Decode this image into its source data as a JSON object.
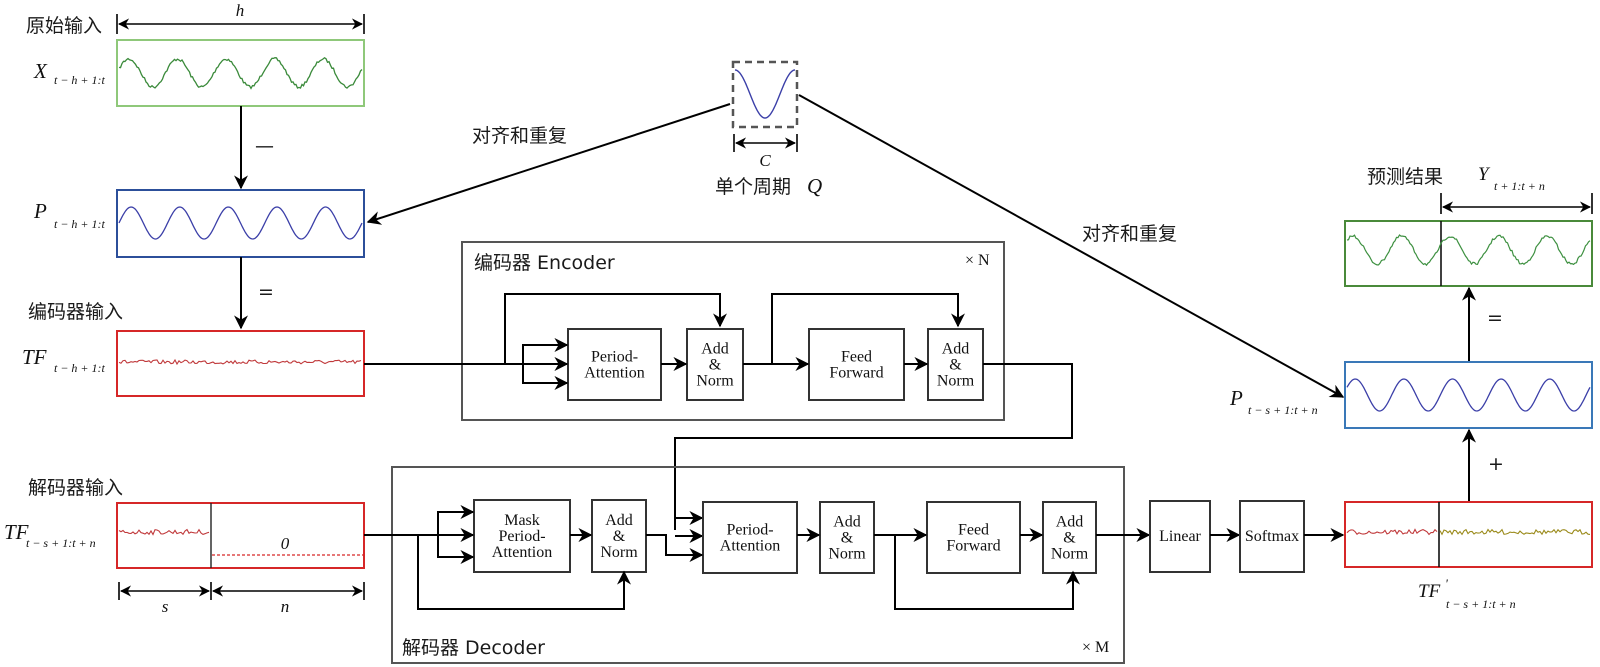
{
  "title": "Period-Attention Transformer forecasting pipeline",
  "colors": {
    "raw_green": "#8fc87a",
    "raw_wave": "#3a8a3a",
    "period_blue": "#2c4f9a",
    "period_wave": "#3b3fa8",
    "trend_red": "#d62728",
    "trend_wave": "#c0393b",
    "forecast_green": "#4a8a3a",
    "forecast_wave": "#3d9040",
    "pred_olive": "#9a8a1a",
    "period_box_blue": "#3a78b8"
  },
  "left": {
    "raw_input_label": "原始输入",
    "h_label": "h",
    "x_symbol": "X",
    "x_subscript": "t − h + 1:t",
    "minus_op": "—",
    "p_symbol": "P",
    "p_subscript": "t − h + 1:t",
    "equals_op": "=",
    "encoder_input_label": "编码器输入",
    "tf_symbol": "TF",
    "tf_subscript": "t − h + 1:t",
    "decoder_input_label": "解码器输入",
    "tfd_symbol": "TF",
    "tfd_subscript": "t − s + 1:t + n",
    "zero_label": "0",
    "s_label": "s",
    "n_label": "n"
  },
  "period": {
    "align_repeat_left": "对齐和重复",
    "align_repeat_right": "对齐和重复",
    "c_label": "C",
    "single_period_label": "单个周期",
    "q_symbol": "Q"
  },
  "encoder": {
    "title": "编码器 Encoder",
    "repeat": "× N",
    "blocks": [
      {
        "id": "period-attention",
        "lines": [
          "Period-",
          "Attention"
        ]
      },
      {
        "id": "add-norm-1",
        "lines": [
          "Add",
          "&",
          "Norm"
        ]
      },
      {
        "id": "feed-forward",
        "lines": [
          "Feed",
          "Forward"
        ]
      },
      {
        "id": "add-norm-2",
        "lines": [
          "Add",
          "&",
          "Norm"
        ]
      }
    ]
  },
  "decoder": {
    "title": "解码器 Decoder",
    "repeat": "× M",
    "blocks": [
      {
        "id": "mask-period-attention",
        "lines": [
          "Mask",
          "Period-",
          "Attention"
        ]
      },
      {
        "id": "add-norm-1",
        "lines": [
          "Add",
          "&",
          "Norm"
        ]
      },
      {
        "id": "period-attention",
        "lines": [
          "Period-",
          "Attention"
        ]
      },
      {
        "id": "add-norm-2",
        "lines": [
          "Add",
          "&",
          "Norm"
        ]
      },
      {
        "id": "feed-forward",
        "lines": [
          "Feed",
          "Forward"
        ]
      },
      {
        "id": "add-norm-3",
        "lines": [
          "Add",
          "&",
          "Norm"
        ]
      }
    ]
  },
  "head": {
    "linear": "Linear",
    "softmax": "Softmax"
  },
  "right": {
    "result_label": "预测结果",
    "y_symbol": "Y",
    "y_subscript": "t + 1:t + n",
    "equals_op": "=",
    "p_symbol": "P",
    "p_subscript": "t − s + 1:t + n",
    "plus_op": "+",
    "tfp_symbol": "TF",
    "tfp_prime": "'",
    "tfp_subscript": "t − s + 1:t + n"
  }
}
